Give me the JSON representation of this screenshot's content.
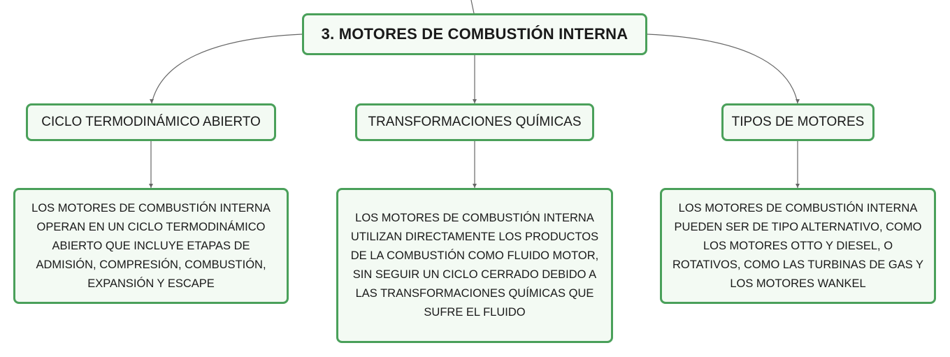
{
  "root": {
    "label": "3. MOTORES DE COMBUSTIÓN INTERNA"
  },
  "branches": [
    {
      "label": "CICLO TERMODINÁMICO ABIERTO",
      "detail": "LOS MOTORES DE COMBUSTIÓN INTERNA OPERAN EN UN CICLO TERMODINÁMICO ABIERTO QUE INCLUYE ETAPAS DE ADMISIÓN, COMPRESIÓN, COMBUSTIÓN, EXPANSIÓN Y ESCAPE"
    },
    {
      "label": "TRANSFORMACIONES QUÍMICAS",
      "detail": "LOS MOTORES DE COMBUSTIÓN INTERNA UTILIZAN DIRECTAMENTE LOS PRODUCTOS DE LA COMBUSTIÓN COMO FLUIDO MOTOR, SIN SEGUIR UN CICLO CERRADO DEBIDO A LAS TRANSFORMACIONES QUÍMICAS QUE SUFRE EL FLUIDO"
    },
    {
      "label": "TIPOS DE MOTORES",
      "detail": "LOS MOTORES DE COMBUSTIÓN INTERNA PUEDEN SER DE TIPO ALTERNATIVO, COMO LOS MOTORES OTTO Y DIESEL, O ROTATIVOS, COMO LAS TURBINAS DE GAS Y LOS MOTORES WANKEL"
    }
  ],
  "colors": {
    "border": "#4aa05a",
    "fill": "#f3faf3",
    "connector": "#666666"
  }
}
